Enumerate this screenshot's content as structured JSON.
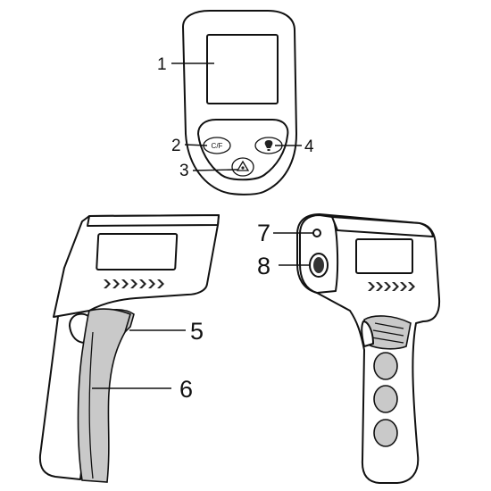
{
  "callouts": {
    "c1": "1",
    "c2": "2",
    "c3": "3",
    "c4": "4",
    "c5": "5",
    "c6": "6",
    "c7": "7",
    "c8": "8"
  },
  "buttons": {
    "unit_button_text": "C/F"
  }
}
